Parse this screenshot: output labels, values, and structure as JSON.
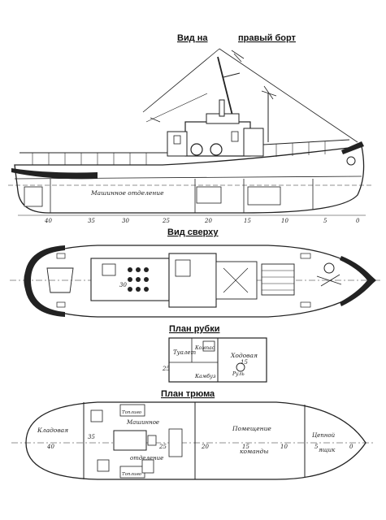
{
  "headings": {
    "side_view_left": "Вид на",
    "side_view_right": "правый борт",
    "top_view": "Вид сверху",
    "wheelhouse_plan": "План рубки",
    "hold_plan": "План трюма"
  },
  "side_view": {
    "engine_room_label": "Машинное отделение",
    "frame_numbers": [
      "40",
      "35",
      "30",
      "25",
      "20",
      "15",
      "10",
      "5",
      "0"
    ]
  },
  "top_view": {
    "frame_number": "30"
  },
  "wheelhouse": {
    "left_label": "Туалет",
    "compass_label": "Компас",
    "right_label": "Ходовая",
    "wheel_label": "Руль",
    "lower_label": "Камбуз",
    "frame_left": "25",
    "frame_right": "15"
  },
  "hold": {
    "bow_room": "Кладовая",
    "engine_room_top": "Машинное",
    "engine_room_bottom": "отделение",
    "crew_room_top": "Помещение",
    "crew_room_bottom": "команды",
    "chain_locker_top": "Цепной",
    "chain_locker_bottom": "ящик",
    "fuel_label_top": "Топливо",
    "fuel_label_bottom": "Топливо",
    "frame_numbers": [
      "40",
      "35",
      "25",
      "20",
      "15",
      "10",
      "5",
      "0"
    ]
  }
}
